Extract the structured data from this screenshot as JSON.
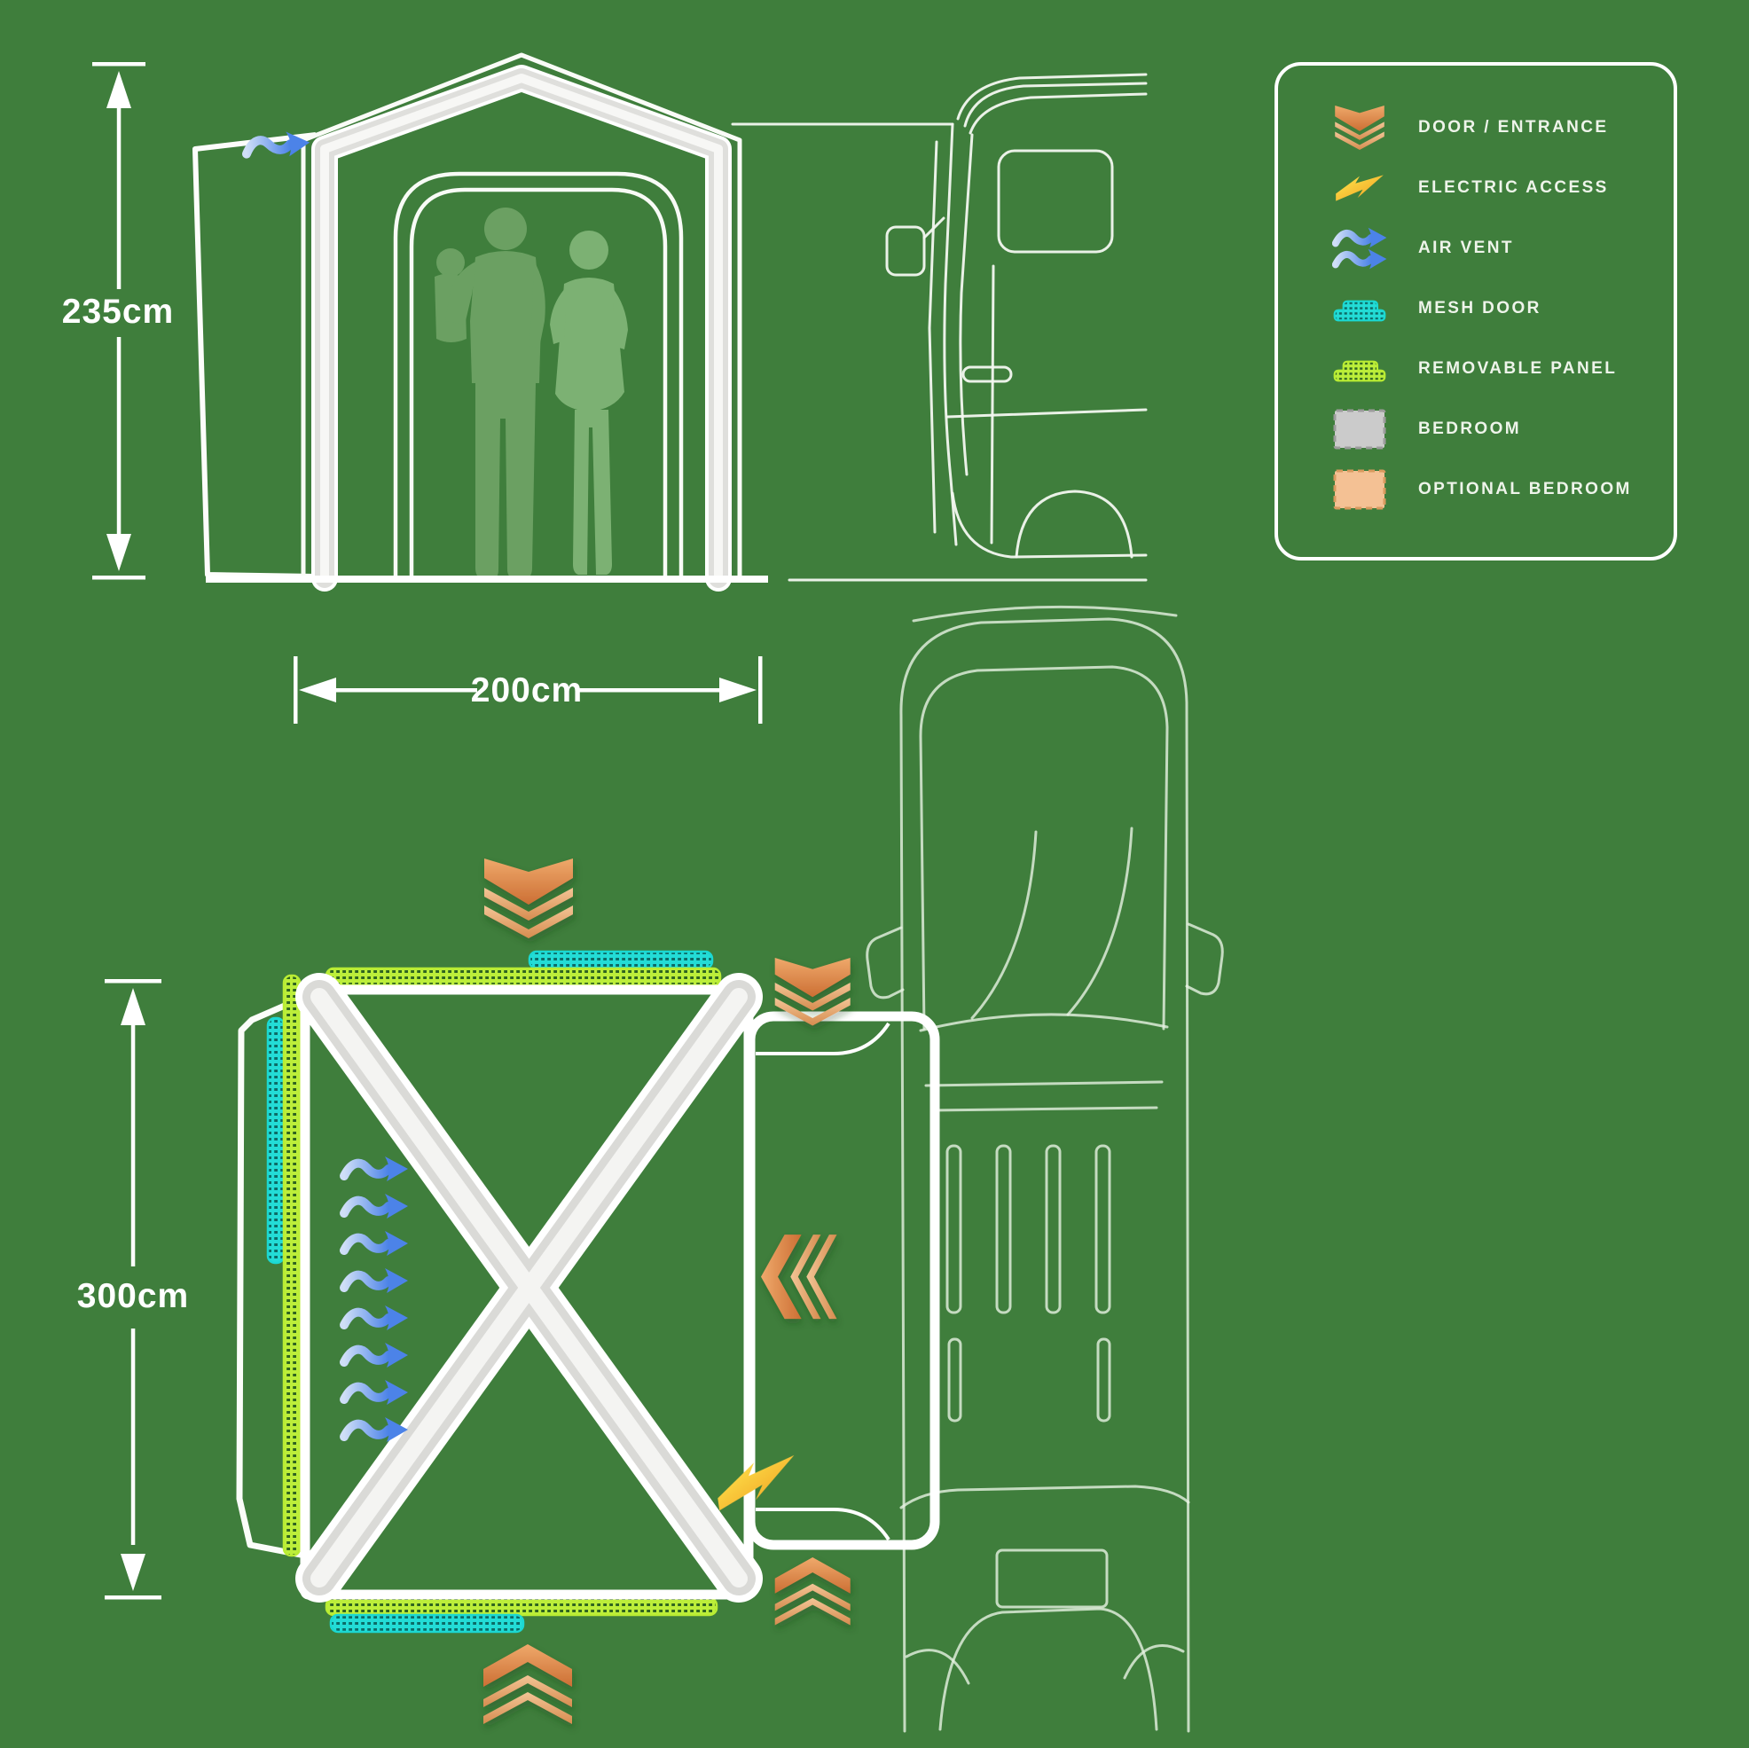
{
  "page": {
    "description": "Drive-away campervan awning diagram with front elevation, floor plan and legend",
    "background_color": "#3f7e3c"
  },
  "elevation_view": {
    "height_dimension": "235cm",
    "width_dimension": "200cm",
    "icons": [
      "air-vent-arrow"
    ]
  },
  "plan_view": {
    "depth_dimension": "300cm",
    "icons": [
      "door-entrance-chevron-front",
      "door-entrance-chevron-tunnel",
      "door-entrance-chevron-side",
      "door-entrance-chevron-rear",
      "door-entrance-chevron-bottom",
      "electric-access-bolt",
      "air-vent-arrows",
      "mesh-door-strip",
      "removable-panel-strip"
    ]
  },
  "legend": {
    "items": [
      {
        "icon": "door-entrance-icon",
        "label": "DOOR / ENTRANCE"
      },
      {
        "icon": "electric-access-icon",
        "label": "ELECTRIC ACCESS"
      },
      {
        "icon": "air-vent-icon",
        "label": "AIR VENT"
      },
      {
        "icon": "mesh-door-icon",
        "label": "MESH DOOR"
      },
      {
        "icon": "removable-panel-icon",
        "label": "REMOVABLE PANEL"
      },
      {
        "icon": "bedroom-icon",
        "label": "BEDROOM"
      },
      {
        "icon": "optional-bedroom-icon",
        "label": "OPTIONAL BEDROOM"
      }
    ]
  },
  "colors": {
    "background": "#3f7e3c",
    "line_white": "#ffffff",
    "door_orange_light": "#efa96b",
    "door_orange_dark": "#cc6f34",
    "electric_yellow": "#ffdf3d",
    "air_vent_blue": "#4c83e8",
    "mesh_cyan": "#1bd8d2",
    "removable_green": "#b9ec33",
    "bedroom_gray": "#cbcbcb",
    "optional_bedroom_tan": "#f4c194",
    "silhouette_green": "#6ba062"
  }
}
